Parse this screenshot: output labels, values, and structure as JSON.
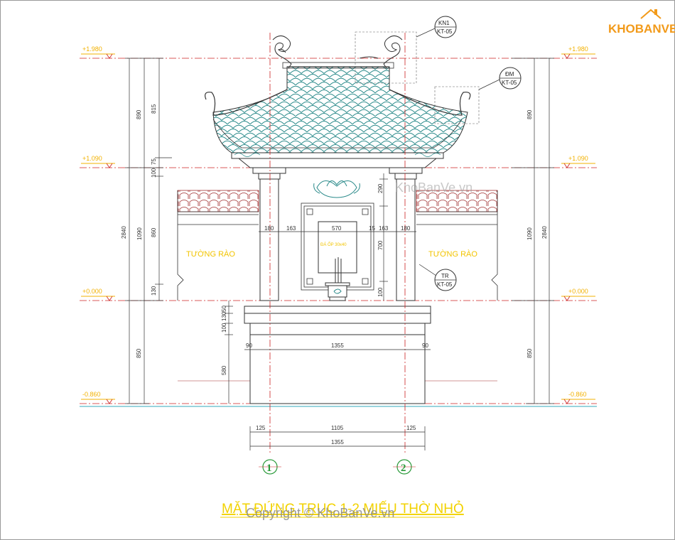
{
  "logo": {
    "text": "KHOBANVE",
    "color": "#f29a1a"
  },
  "watermarks": {
    "top": "KhoBanVe.vn",
    "bottom": "Copyright © KhoBanVe.vn"
  },
  "title": "MẶT ĐỨNG TRỤC 1-2 MIẾU THỜ NHỎ",
  "levels": {
    "top": "+1.980",
    "mid": "+1.090",
    "zero": "+0.000",
    "bottom": "-0.860"
  },
  "wall_label": "TƯỜNG RÀO",
  "plaque_text": "ĐÁ ỐP 30x40",
  "callouts": {
    "kn1": {
      "line1": "KN1",
      "line2": "KT-05"
    },
    "dm": {
      "line1": "ĐM",
      "line2": "KT-05"
    },
    "tr": {
      "line1": "TR",
      "line2": "KT-05"
    }
  },
  "grid_axes": {
    "a1": "1",
    "a2": "2"
  },
  "dimensions": {
    "left_outer_upper": "890",
    "left_outer_total": "2840",
    "left_outer_lower": "850",
    "left_mid_1": "815",
    "left_mid_2": "1090",
    "left_inner_1": "75",
    "left_inner_2": "100",
    "left_inner_3": "860",
    "left_inner_4": "130",
    "base_1": "50",
    "base_2": "130",
    "base_3": "100",
    "base_4": "580",
    "center_1": "290",
    "center_2": "700",
    "center_3": "100",
    "horiz_180_left": "180",
    "horiz_163_left": "163",
    "horiz_570": "570",
    "horiz_15": "15",
    "horiz_163_right": "163",
    "horiz_180_right": "180",
    "base_90_left": "90",
    "base_1355": "1355",
    "base_90_right": "90",
    "bottom_125_left": "125",
    "bottom_1105": "1105",
    "bottom_125_right": "125",
    "bottom_1355": "1355",
    "right_upper": "890",
    "right_mid": "1090",
    "right_total": "2840",
    "right_lower": "850"
  },
  "colors": {
    "line": "#333333",
    "red_dash": "#cc2222",
    "level_text": "#f2b100",
    "label_yellow": "#f2c400",
    "tile": "#2a8a8a",
    "cyan_ground": "#33aabb",
    "axis_green": "#2a9a3a"
  }
}
